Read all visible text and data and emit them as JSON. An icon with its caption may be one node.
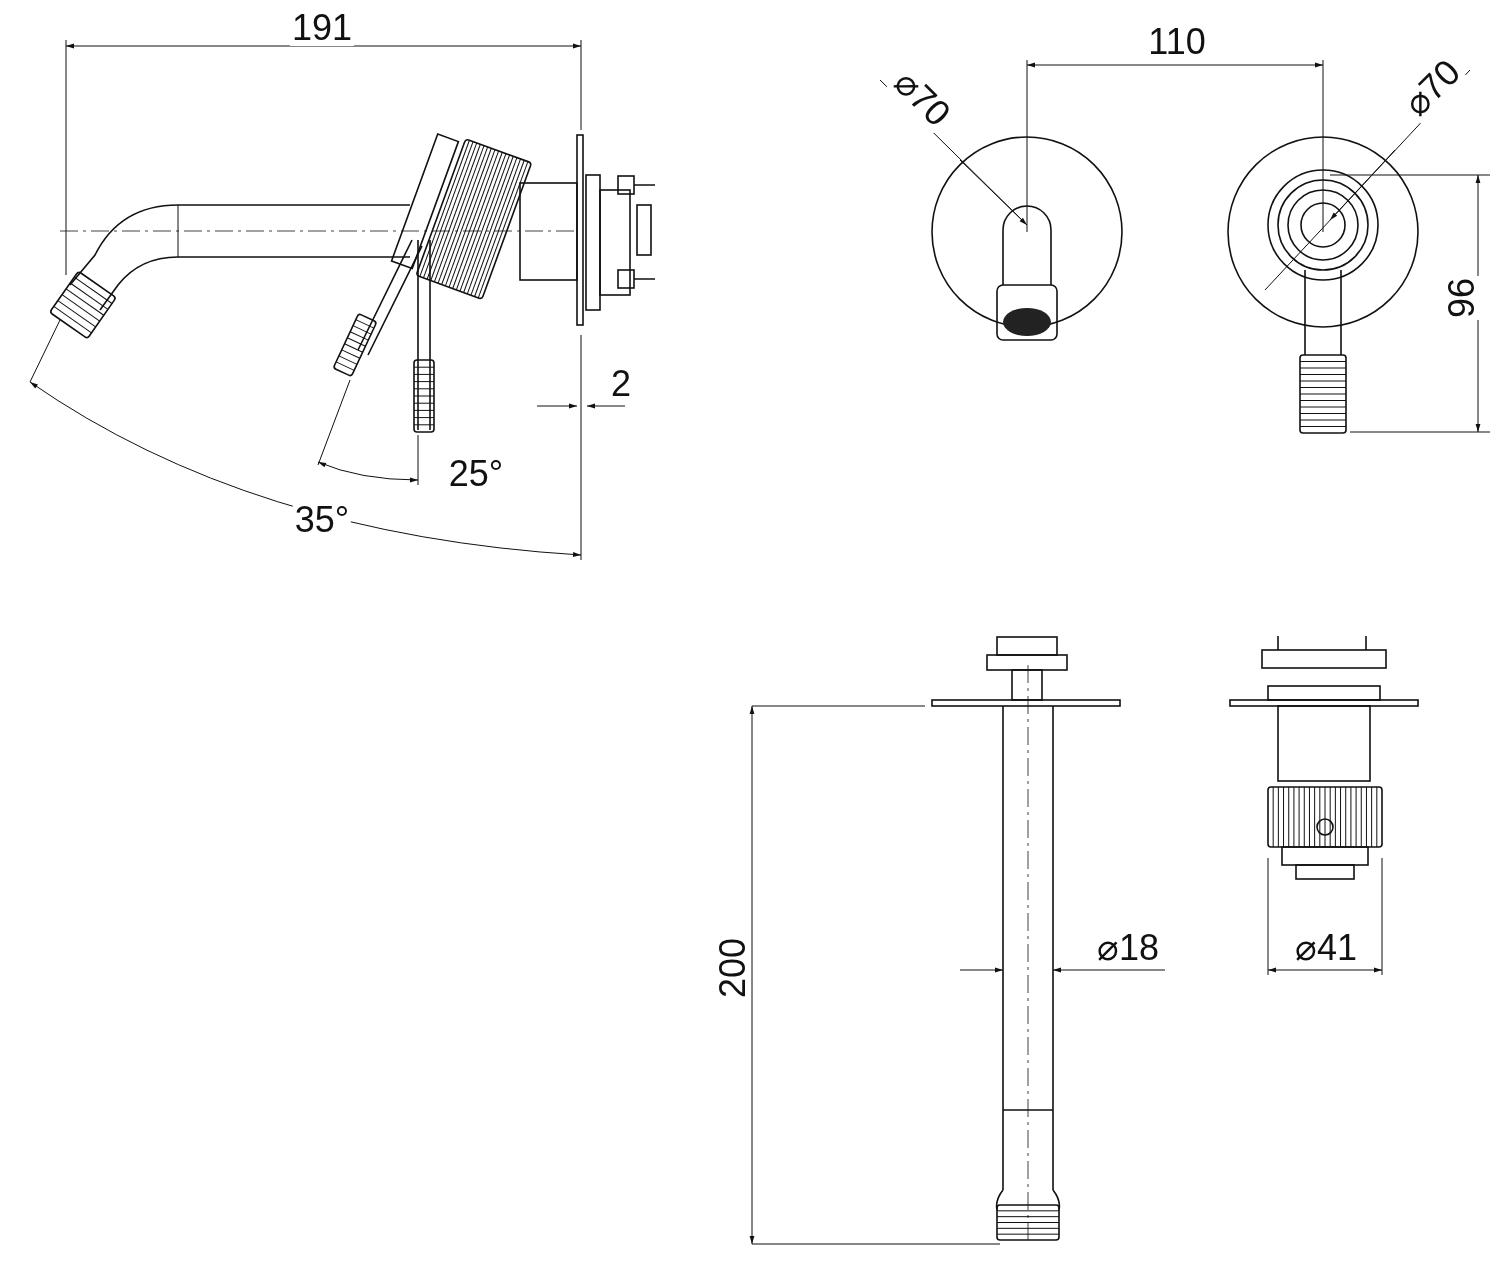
{
  "diagram": {
    "labels": [
      "191",
      "⌀70",
      "110",
      "⌀70",
      "96",
      "2",
      "25°",
      "35°",
      "200",
      "⌀18",
      "⌀41"
    ]
  }
}
